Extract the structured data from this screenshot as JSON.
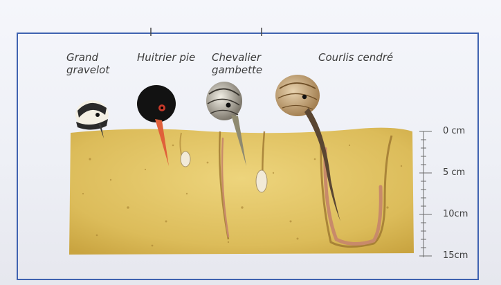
{
  "birds": [
    {
      "line1": "Grand",
      "line2": "gravelot"
    },
    {
      "line1": "Huitrier pie",
      "line2": ""
    },
    {
      "line1": "Chevalier",
      "line2": "gambette"
    },
    {
      "line1": "Courlis cendré",
      "line2": ""
    }
  ],
  "scale": {
    "ticks": [
      "0 cm",
      "5 cm",
      "10cm",
      "15cm"
    ]
  },
  "colors": {
    "frame": "#3f62b0",
    "sand": "#e2c568",
    "sand_dark": "#c9a440",
    "worm": "#c88a6a",
    "oystercatcher_bill": "#e0603a"
  }
}
